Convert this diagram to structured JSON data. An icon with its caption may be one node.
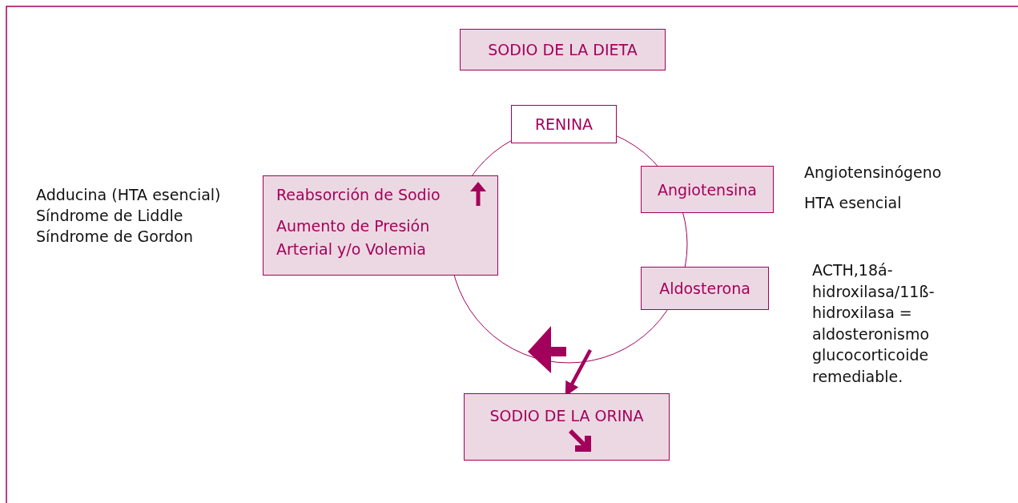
{
  "diagram": {
    "nodes": [
      {
        "text": [
          "SODIO DE LA DIETA"
        ]
      },
      {
        "text": [
          "RENINA"
        ]
      },
      {
        "text": [
          "Angiotensina"
        ]
      },
      {
        "text": [
          "Aldosterona"
        ]
      },
      {
        "text": [
          "Reabsorción de Sodio",
          "Aumento de Presión Arterial y/o Volemia"
        ]
      },
      {
        "text": [
          "SODIO DE LA ORINA"
        ]
      }
    ],
    "edges": [
      {
        "from": null,
        "to": 5,
        "arrow": "to"
      }
    ],
    "labels": [
      "Adducina (HTA esencial)",
      "Síndrome de Liddle",
      "Síndrome de Gordon",
      "Angiotensinógeno",
      "HTA esencial",
      "ACTH,18á-hidroxilasa/11ß-hidroxilasa = aldosteronismo glucocorticoide remediable."
    ]
  }
}
